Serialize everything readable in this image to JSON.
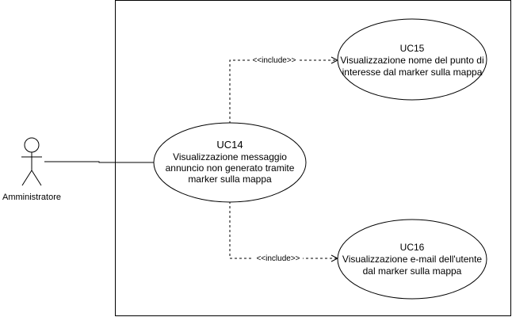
{
  "actor": {
    "name": "Amministratore"
  },
  "use_cases": {
    "uc14": {
      "id": "UC14",
      "lines": [
        "Visualizzazione messaggio",
        "annuncio non generato tramite",
        "marker sulla mappa"
      ]
    },
    "uc15": {
      "id": "UC15",
      "lines": [
        "Visualizzazione nome del punto di",
        "interesse dal marker sulla mappa"
      ]
    },
    "uc16": {
      "id": "UC16",
      "lines": [
        "Visualizzazione e-mail dell'utente",
        "dal marker sulla mappa"
      ]
    }
  },
  "relations": {
    "include_top": "<<include>>",
    "include_bottom": "<<include>>"
  }
}
